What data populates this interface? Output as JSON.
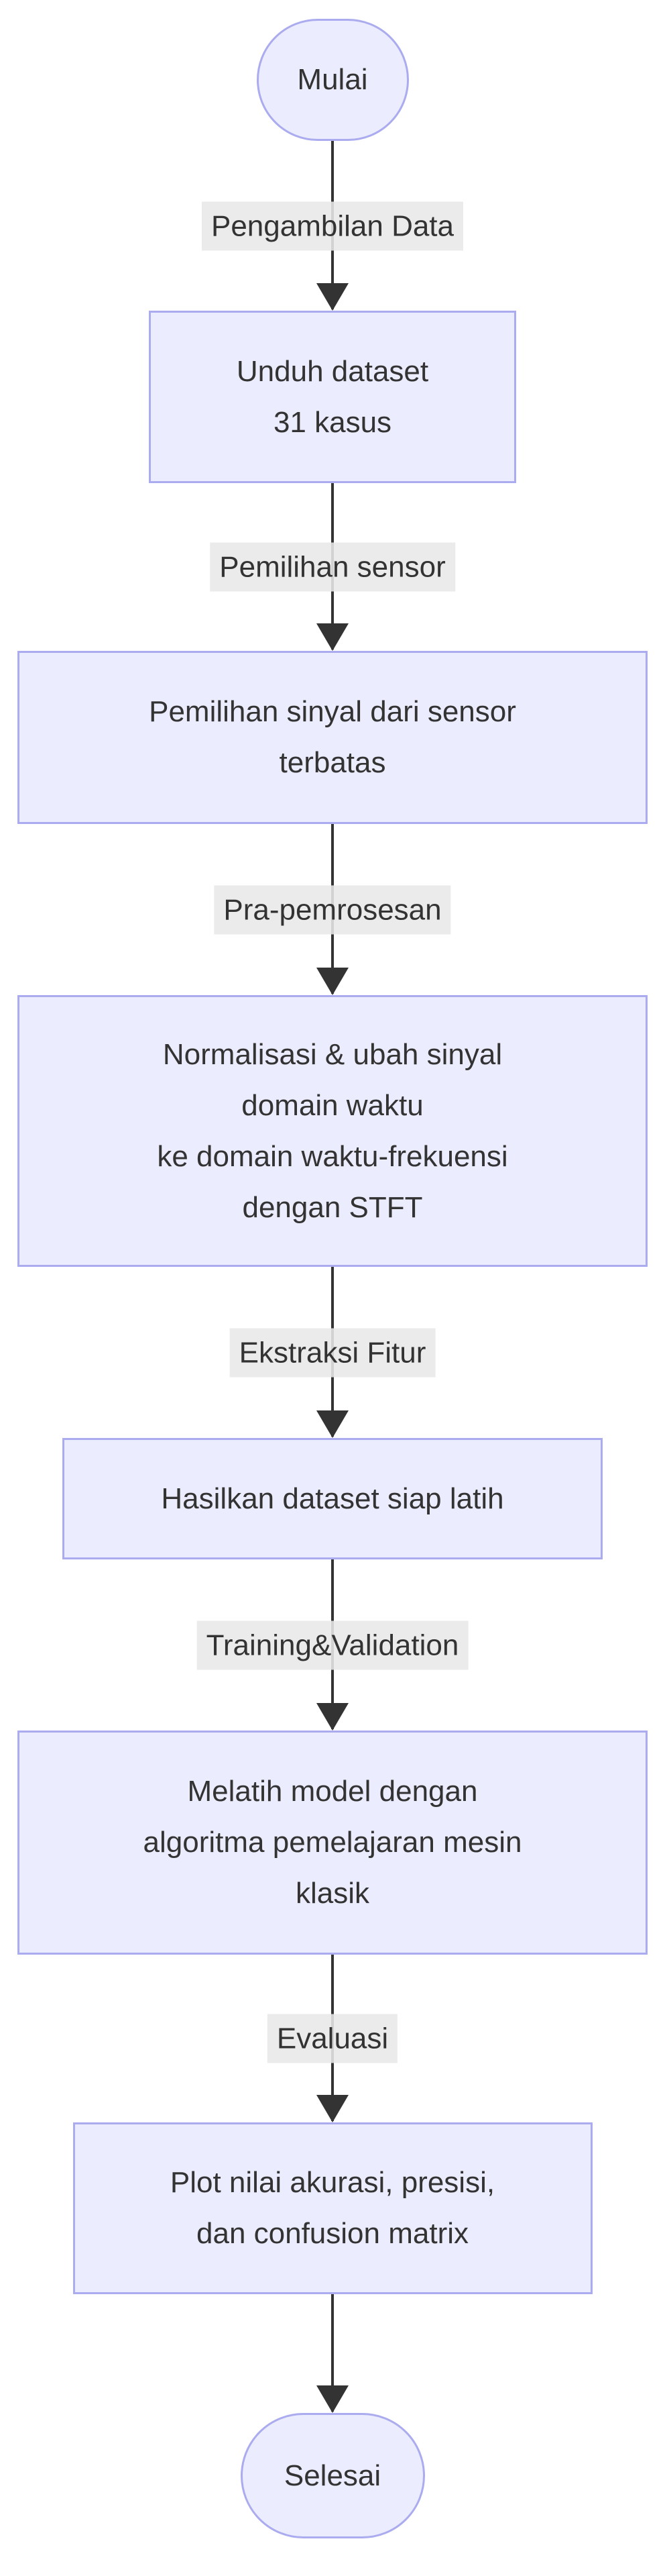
{
  "diagram": {
    "type": "flowchart",
    "direction": "top-down",
    "colors": {
      "node_fill": "#ECECFF",
      "node_border": "#ABABEF",
      "edge_label_bg": "#E8E8E8",
      "text": "#333333",
      "arrow": "#333333",
      "background": "#FFFFFF"
    },
    "start": {
      "label": "Mulai"
    },
    "end": {
      "label": "Selesai"
    },
    "steps": [
      {
        "edge_label": "Pengambilan Data",
        "node_lines": [
          "Unduh dataset",
          "31 kasus"
        ]
      },
      {
        "edge_label": "Pemilihan sensor",
        "node_lines": [
          "Pemilihan sinyal dari sensor",
          "terbatas"
        ]
      },
      {
        "edge_label": "Pra-pemrosesan",
        "node_lines": [
          "Normalisasi & ubah sinyal",
          "domain waktu",
          "ke domain waktu-frekuensi",
          "dengan STFT"
        ]
      },
      {
        "edge_label": "Ekstraksi Fitur",
        "node_lines": [
          "Hasilkan dataset siap latih"
        ]
      },
      {
        "edge_label": "Training&Validation",
        "node_lines": [
          "Melatih model dengan",
          "algoritma pemelajaran mesin",
          "klasik"
        ]
      },
      {
        "edge_label": "Evaluasi",
        "node_lines": [
          "Plot nilai akurasi, presisi,",
          "dan confusion matrix"
        ]
      }
    ]
  }
}
